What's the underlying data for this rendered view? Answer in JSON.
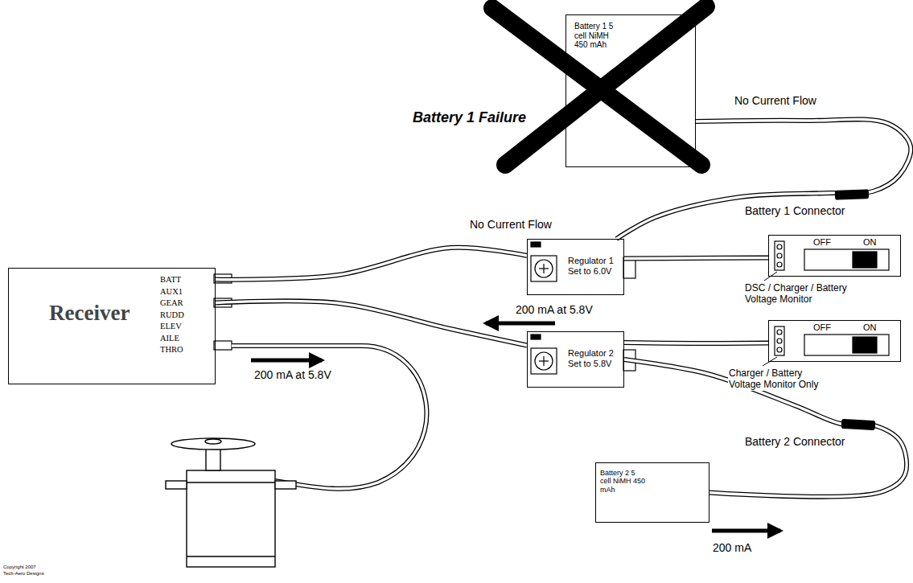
{
  "diagram": {
    "nodes": [
      {
        "text": [
          "Battery 1 5 cell NiMH 450 mAh"
        ]
      },
      {
        "text": [
          "Receiver",
          "BATT",
          "AUX1",
          "GEAR",
          "RUDD",
          "ELEV",
          "AILE",
          "THRO"
        ]
      },
      {
        "text": [
          "Regulator 1 Set to 6.0V"
        ]
      },
      {
        "text": [
          "OFF",
          "ON"
        ]
      },
      {
        "text": [
          "Regulator 2 Set to 5.8V"
        ]
      },
      {
        "text": [
          "OFF",
          "ON"
        ]
      },
      {
        "text": [
          "Battery 2 5 cell NiMH 450 mAh"
        ]
      }
    ],
    "edges": [
      {
        "from": 0,
        "to": 2,
        "arrow": "none"
      },
      {
        "from": 2,
        "to": 1,
        "arrow": "none"
      },
      {
        "from": 2,
        "to": 3,
        "arrow": "none"
      },
      {
        "from": 4,
        "to": 1,
        "arrow": "none"
      },
      {
        "from": 4,
        "to": 5,
        "arrow": "none"
      },
      {
        "from": 4,
        "to": 6,
        "arrow": "none"
      }
    ],
    "labels": [
      "Battery 1 Failure",
      "No Current Flow",
      "Battery 1 Connector",
      "No Current Flow",
      "DSC / Charger / Battery Voltage Monitor",
      "200 mA at 5.8V",
      "Charger / Battery Voltage Monitor Only",
      "200 mA at 5.8V",
      "Battery 2 Connector",
      "200 mA",
      "Copyright 2007",
      "Tech-Aero Designs"
    ]
  }
}
